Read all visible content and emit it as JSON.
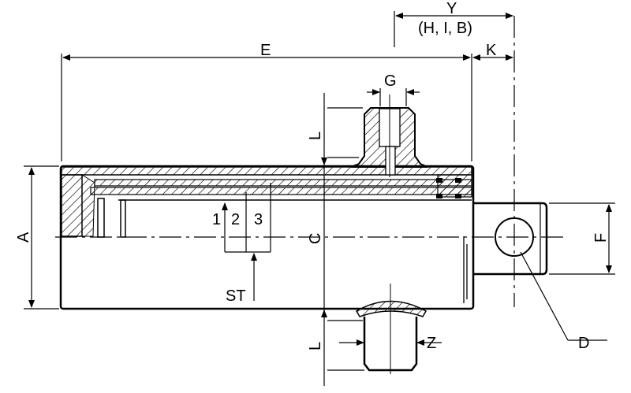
{
  "drawing": {
    "title": "Hydraulic cylinder dimension drawing",
    "labels": {
      "Y": "Y",
      "HIB": "(H, I, B)",
      "E": "E",
      "K": "K",
      "G": "G",
      "L_top": "L",
      "L_bottom": "L",
      "A": "A",
      "C": "C",
      "F": "F",
      "D": "D",
      "Z": "Z",
      "ST": "ST",
      "stage1": "1",
      "stage2": "2",
      "stage3": "3"
    },
    "colors": {
      "line": "#000000",
      "background": "#ffffff"
    }
  }
}
